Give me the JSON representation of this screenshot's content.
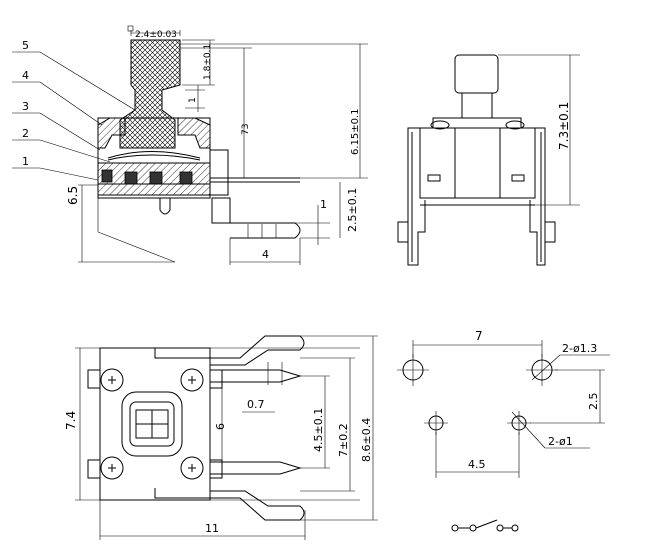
{
  "callouts": [
    "5",
    "4",
    "3",
    "2",
    "1"
  ],
  "side_view": {
    "cap_width": "2.4±0.03",
    "cap_height": "1.8±0.1",
    "step_1": "1",
    "total_73": "73",
    "height_615": "6.15±0.1",
    "body_height": "6.5",
    "lead_1": "1",
    "lead_25": "2.5±0.1",
    "lead_4": "4"
  },
  "front_view": {
    "height": "7.3±0.1"
  },
  "top_view": {
    "width": "7.4",
    "inner": "6",
    "gap": "0.7",
    "pitch_45": "4.5±0.1",
    "pitch_7": "7±0.2",
    "pitch_86": "8.6±0.4",
    "length": "11"
  },
  "pcb_layout": {
    "span_7": "7",
    "hole_large": "2-ø1.3",
    "vert_25": "2.5",
    "hole_small": "2-ø1",
    "span_45": "4.5"
  },
  "colors": {
    "line": "#000000",
    "hatch": "#000000"
  }
}
